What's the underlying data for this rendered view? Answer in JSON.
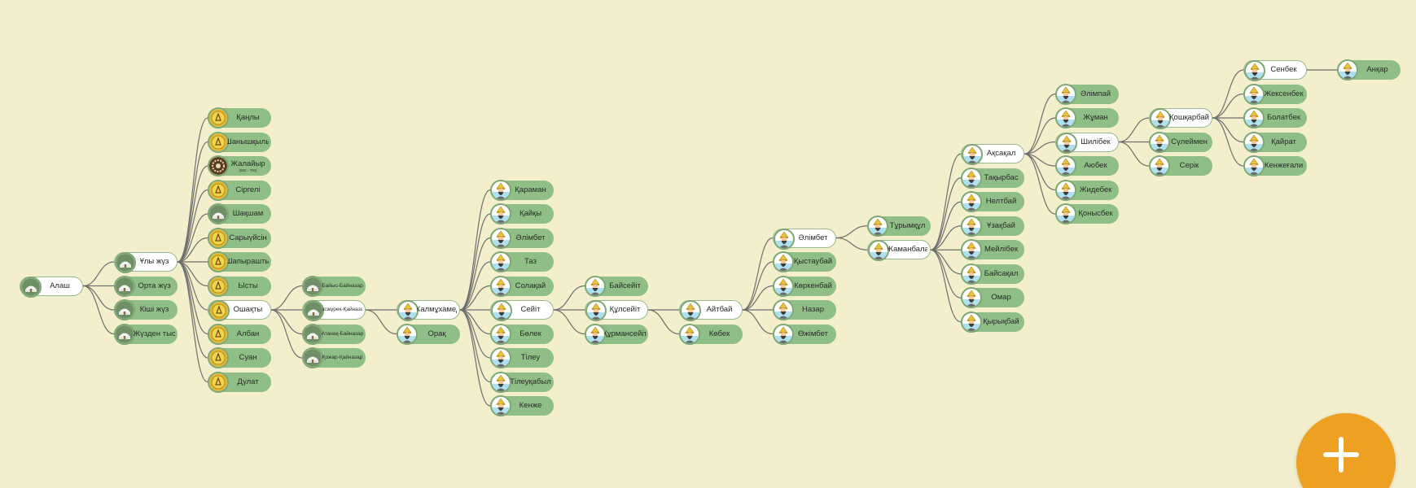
{
  "colors": {
    "background": "#f3eecb",
    "node_green": "#8fbf86",
    "node_selected": "#ffffff",
    "link": "#6f6f6f",
    "fab": "#eda021"
  },
  "fab": {
    "label": "+",
    "icon": "plus-icon"
  },
  "tree": {
    "label": "Алаш",
    "icon": "yurt-icon",
    "children": [
      {
        "label": "Ұлы жүз",
        "icon": "yurt-icon",
        "children": [
          {
            "label": "Қаңлы",
            "icon": "tamga-emblem-icon"
          },
          {
            "label": "Шанышқылы",
            "icon": "tamga-emblem-icon"
          },
          {
            "label": "Жалайыр",
            "sub": "(600 - 700)",
            "icon": "ornament-emblem-icon"
          },
          {
            "label": "Сіргелі",
            "icon": "tamga-emblem-icon"
          },
          {
            "label": "Шақшам",
            "icon": "yurt-icon"
          },
          {
            "label": "Сарыүйсін",
            "icon": "tamga-emblem-icon"
          },
          {
            "label": "Шапырашты",
            "icon": "tamga-emblem-icon"
          },
          {
            "label": "Ысты",
            "icon": "tamga-emblem-icon"
          },
          {
            "label": "Ошақты",
            "icon": "tamga-emblem-icon",
            "children": [
              {
                "label": "Байыс-Байназар",
                "icon": "yurt-icon"
              },
              {
                "label": "Тасжүрек-Қайназар",
                "icon": "yurt-icon",
                "children": [
                  {
                    "label": "Жалмұхамед",
                    "icon": "elder-avatar-icon",
                    "children": [
                      {
                        "label": "Қараман",
                        "icon": "elder-avatar-icon"
                      },
                      {
                        "label": "Қайқы",
                        "icon": "elder-avatar-icon"
                      },
                      {
                        "label": "Әлімбет",
                        "icon": "elder-avatar-icon"
                      },
                      {
                        "label": "Таз",
                        "icon": "elder-avatar-icon"
                      },
                      {
                        "label": "Солақай",
                        "icon": "elder-avatar-icon"
                      },
                      {
                        "label": "Сейіт",
                        "icon": "elder-avatar-icon",
                        "children": [
                          {
                            "label": "Байсейіт",
                            "icon": "elder-avatar-icon"
                          },
                          {
                            "label": "Құлсейіт",
                            "icon": "elder-avatar-icon",
                            "children": [
                              {
                                "label": "Айтбай",
                                "icon": "elder-avatar-icon",
                                "children": [
                                  {
                                    "label": "Әлімбет",
                                    "icon": "elder-avatar-icon",
                                    "children": [
                                      {
                                        "label": "Тұрымқұл",
                                        "icon": "elder-avatar-icon"
                                      },
                                      {
                                        "label": "Жаманбала",
                                        "icon": "elder-avatar-icon",
                                        "children": [
                                          {
                                            "label": "Ақсақал",
                                            "icon": "elder-avatar-icon",
                                            "children": [
                                              {
                                                "label": "Әлімпай",
                                                "icon": "elder-avatar-icon"
                                              },
                                              {
                                                "label": "Жұман",
                                                "icon": "elder-avatar-icon"
                                              },
                                              {
                                                "label": "Шилібек",
                                                "icon": "elder-avatar-icon",
                                                "children": [
                                                  {
                                                    "label": "Қошқарбай",
                                                    "icon": "elder-avatar-icon",
                                                    "children": [
                                                      {
                                                        "label": "Сенбек",
                                                        "icon": "elder-avatar-icon",
                                                        "children": [
                                                          {
                                                            "label": "Анқар",
                                                            "icon": "elder-avatar-icon"
                                                          }
                                                        ]
                                                      },
                                                      {
                                                        "label": "Жексенбек",
                                                        "icon": "elder-avatar-icon"
                                                      },
                                                      {
                                                        "label": "Болатбек",
                                                        "icon": "elder-avatar-icon"
                                                      },
                                                      {
                                                        "label": "Қайрат",
                                                        "icon": "elder-avatar-icon"
                                                      },
                                                      {
                                                        "label": "Кенжеғали",
                                                        "icon": "elder-avatar-icon"
                                                      }
                                                    ]
                                                  },
                                                  {
                                                    "label": "Сүлеймен",
                                                    "icon": "elder-avatar-icon"
                                                  },
                                                  {
                                                    "label": "Серік",
                                                    "icon": "elder-avatar-icon"
                                                  }
                                                ]
                                              },
                                              {
                                                "label": "Аюбек",
                                                "icon": "elder-avatar-icon"
                                              },
                                              {
                                                "label": "Жидебек",
                                                "icon": "elder-avatar-icon"
                                              },
                                              {
                                                "label": "Қонысбек",
                                                "icon": "elder-avatar-icon"
                                              }
                                            ]
                                          },
                                          {
                                            "label": "Тақырбас",
                                            "icon": "elder-avatar-icon"
                                          },
                                          {
                                            "label": "Нелтбай",
                                            "icon": "elder-avatar-icon"
                                          },
                                          {
                                            "label": "Ұзақбай",
                                            "icon": "elder-avatar-icon"
                                          },
                                          {
                                            "label": "Мейлібек",
                                            "icon": "elder-avatar-icon"
                                          },
                                          {
                                            "label": "Байсақал",
                                            "icon": "elder-avatar-icon"
                                          },
                                          {
                                            "label": "Омар",
                                            "icon": "elder-avatar-icon"
                                          },
                                          {
                                            "label": "Қырықбай",
                                            "icon": "elder-avatar-icon"
                                          }
                                        ]
                                      }
                                    ]
                                  },
                                  {
                                    "label": "Қыстаубай",
                                    "icon": "elder-avatar-icon"
                                  },
                                  {
                                    "label": "Көркенбай",
                                    "icon": "elder-avatar-icon"
                                  },
                                  {
                                    "label": "Назар",
                                    "icon": "elder-avatar-icon"
                                  },
                                  {
                                    "label": "Өжімбет",
                                    "icon": "elder-avatar-icon"
                                  }
                                ]
                              },
                              {
                                "label": "Көбек",
                                "icon": "elder-avatar-icon"
                              }
                            ]
                          },
                          {
                            "label": "Құрмансейіт",
                            "icon": "elder-avatar-icon"
                          }
                        ]
                      },
                      {
                        "label": "Бөлек",
                        "icon": "elder-avatar-icon"
                      },
                      {
                        "label": "Тілеу",
                        "icon": "elder-avatar-icon"
                      },
                      {
                        "label": "Тілеуқабыл",
                        "icon": "elder-avatar-icon"
                      },
                      {
                        "label": "Кенже",
                        "icon": "elder-avatar-icon"
                      }
                    ]
                  },
                  {
                    "label": "Орақ",
                    "icon": "elder-avatar-icon"
                  }
                ]
              },
              {
                "label": "Атанақ-Байназар",
                "icon": "yurt-icon"
              },
              {
                "label": "Қожар-Қайназар",
                "icon": "yurt-icon"
              }
            ]
          },
          {
            "label": "Албан",
            "icon": "tamga-emblem-icon"
          },
          {
            "label": "Суан",
            "icon": "tamga-emblem-icon"
          },
          {
            "label": "Дулат",
            "icon": "tamga-emblem-icon"
          }
        ]
      },
      {
        "label": "Орта жүз",
        "icon": "yurt-icon"
      },
      {
        "label": "Кіші жүз",
        "icon": "yurt-icon"
      },
      {
        "label": "Жүзден тыс",
        "icon": "yurt-icon"
      }
    ]
  }
}
